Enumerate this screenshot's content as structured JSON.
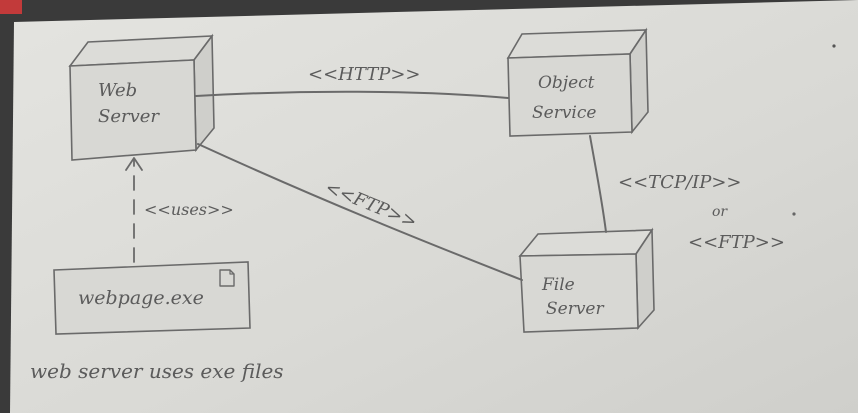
{
  "nodes": {
    "web_server": {
      "line1": "Web",
      "line2": "Server"
    },
    "object_service": {
      "line1": "Object",
      "line2": "Service"
    },
    "file_server": {
      "line1": "File",
      "line2": "Server"
    },
    "webpage": {
      "label": "webpage.exe"
    }
  },
  "connections": {
    "http": "<<HTTP>>",
    "ftp": "<<FTP>>",
    "tcp_ip": "<<TCP/IP>>",
    "or": "or",
    "ftp2": "<<FTP>>",
    "uses": "<<uses>>"
  },
  "caption": "web server uses exe files"
}
